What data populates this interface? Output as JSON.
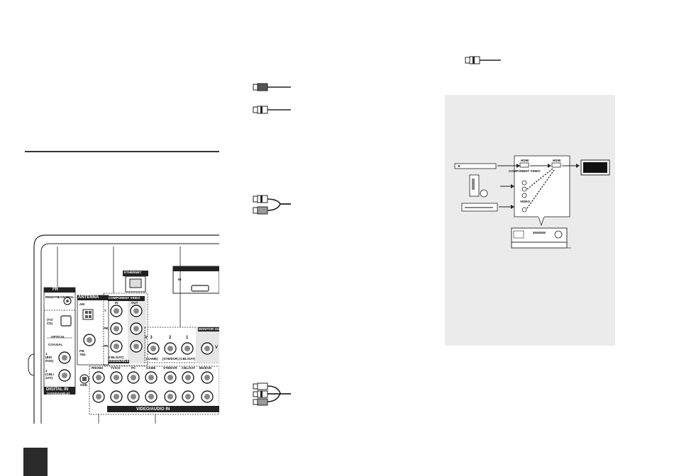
{
  "panel": {
    "fr_label": "FR",
    "remote_label": "REMOTE",
    "control_label": "CONTROL",
    "tv_cd_label": "(TV/\nCD)",
    "optical_label": "OPTICAL",
    "coaxial_label": "COAXIAL",
    "bd_dvd_1": "1\n(BD/\nDVD)",
    "cbl_sat_2": "2\n(CBL/\nSAT)",
    "digital_in_label": "DIGITAL IN",
    "digital_in_sub": "(ASSIGNABLE)",
    "antenna_label": "ANTENNA",
    "am_label": "AM",
    "fm_label": "FM\n75Ω",
    "ethernet_label": "ETHERNET",
    "component_video_label": "COMPONENT VIDEO",
    "in_label": "IN",
    "out_label": "OUT",
    "y_label": "Y",
    "pb_label": "PB",
    "pr_label": "PR",
    "comp_sub": "(CBL/SAT)",
    "assignable_small": "ASSIGNABLE",
    "hdmi_in_label": "IN",
    "v3": "V  3",
    "v2": "2",
    "v1": "1",
    "monitor_out_label": "MONITOR OUT",
    "game_v_label": "(GAME)",
    "strm_dvr_label": "(STB/DVR)",
    "cbl_sat_label": "(CBL/SAT)",
    "v_right": "V",
    "gnd_label": "GND",
    "audio_inputs": [
      "PHONO",
      "TV/CD",
      "PC",
      "GAME",
      "STB/DVR",
      "CBL/SAT",
      "BD/DVD"
    ],
    "video_audio_in_label": "VIDEO/AUDIO IN"
  },
  "diagram": {
    "hdmi_in": "HDMI",
    "hdmi_out": "HDMI",
    "component_video": "COMPONENT VIDEO",
    "video": "VIDEO"
  }
}
